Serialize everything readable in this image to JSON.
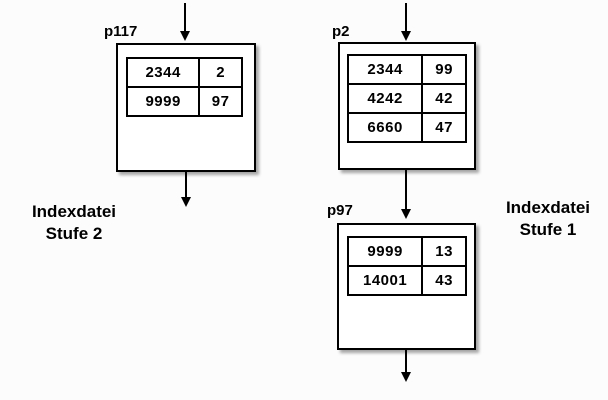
{
  "diagram": {
    "title": "Two-level index file diagram",
    "colors": {
      "line": "#000000",
      "box_fill": "#ffffff",
      "background": "#fcfcfc",
      "shadow": "rgba(0,0,0,0.35)"
    },
    "nodes": {
      "p117": {
        "label": "p117",
        "rows": [
          [
            "2344",
            "2"
          ],
          [
            "9999",
            "97"
          ]
        ]
      },
      "p2": {
        "label": "p2",
        "rows": [
          [
            "2344",
            "99"
          ],
          [
            "4242",
            "42"
          ],
          [
            "6660",
            "47"
          ]
        ]
      },
      "p97": {
        "label": "p97",
        "rows": [
          [
            "9999",
            "13"
          ],
          [
            "14001",
            "43"
          ]
        ]
      }
    },
    "captions": {
      "level2": {
        "line1": "Indexdatei",
        "line2": "Stufe 2"
      },
      "level1": {
        "line1": "Indexdatei",
        "line2": "Stufe 1"
      }
    }
  }
}
